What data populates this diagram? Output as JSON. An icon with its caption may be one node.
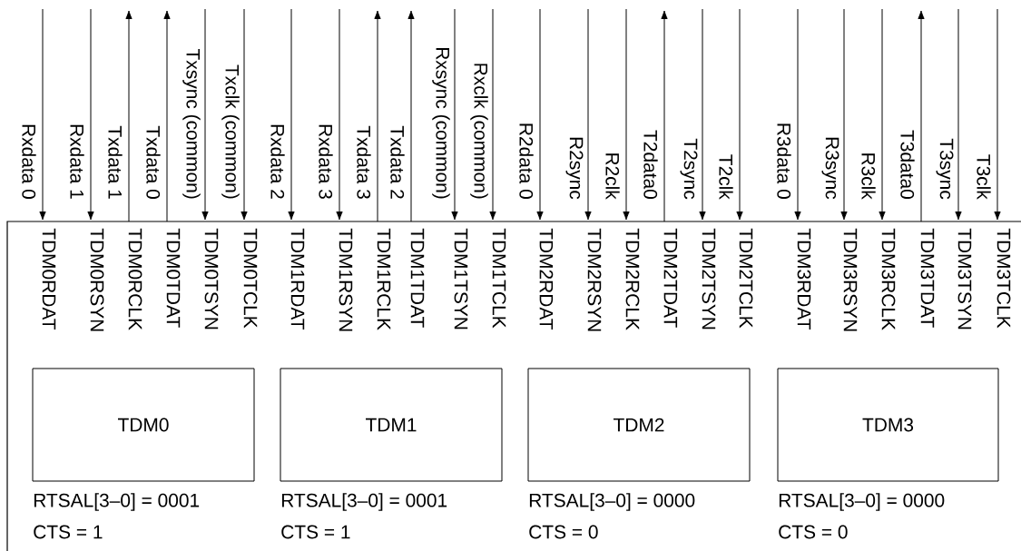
{
  "diagram": {
    "nodes": [
      {
        "text": [
          "TDM0RDAT"
        ]
      },
      {
        "text": [
          "TDM0RSYN"
        ]
      },
      {
        "text": [
          "TDM0RCLK"
        ]
      },
      {
        "text": [
          "TDM0TDAT"
        ]
      },
      {
        "text": [
          "TDM0TSYN"
        ]
      },
      {
        "text": [
          "TDM0TCLK"
        ]
      },
      {
        "text": [
          "TDM1RDAT"
        ]
      },
      {
        "text": [
          "TDM1RSYN"
        ]
      },
      {
        "text": [
          "TDM1RCLK"
        ]
      },
      {
        "text": [
          "TDM1TDAT"
        ]
      },
      {
        "text": [
          "TDM1TSYN"
        ]
      },
      {
        "text": [
          "TDM1TCLK"
        ]
      },
      {
        "text": [
          "TDM2RDAT"
        ]
      },
      {
        "text": [
          "TDM2RSYN"
        ]
      },
      {
        "text": [
          "TDM2RCLK"
        ]
      },
      {
        "text": [
          "TDM2TDAT"
        ]
      },
      {
        "text": [
          "TDM2TSYN"
        ]
      },
      {
        "text": [
          "TDM2TCLK"
        ]
      },
      {
        "text": [
          "TDM3RDAT"
        ]
      },
      {
        "text": [
          "TDM3RSYN"
        ]
      },
      {
        "text": [
          "TDM3RCLK"
        ]
      },
      {
        "text": [
          "TDM3TDAT"
        ]
      },
      {
        "text": [
          "TDM3TSYN"
        ]
      },
      {
        "text": [
          "TDM3TCLK"
        ]
      },
      {
        "text": [
          "TDM0"
        ],
        "beside": [
          "RTSAL[3–0] = 0001",
          "CTS = 1"
        ]
      },
      {
        "text": [
          "TDM1"
        ],
        "beside": [
          "RTSAL[3–0] = 0001",
          "CTS = 1"
        ]
      },
      {
        "text": [
          "TDM2"
        ],
        "beside": [
          "RTSAL[3–0] = 0000",
          "CTS = 0"
        ]
      },
      {
        "text": [
          "TDM3"
        ],
        "beside": [
          "RTSAL[3–0] = 0000",
          "CTS = 0"
        ]
      }
    ],
    "edges": [
      {
        "from": null,
        "to": 0,
        "arrow": "to",
        "label": "Rxdata 0"
      },
      {
        "from": null,
        "to": 1,
        "arrow": "to",
        "label": "Rxdata 1"
      },
      {
        "from": 2,
        "to": null,
        "arrow": "to",
        "label": "Txdata 1"
      },
      {
        "from": 3,
        "to": null,
        "arrow": "to",
        "label": "Txdata 0"
      },
      {
        "from": null,
        "to": 4,
        "arrow": "to",
        "label": "Txsync (common)"
      },
      {
        "from": null,
        "to": 5,
        "arrow": "to",
        "label": "Txclk (common)"
      },
      {
        "from": null,
        "to": 6,
        "arrow": "to",
        "label": "Rxdata 2"
      },
      {
        "from": null,
        "to": 7,
        "arrow": "to",
        "label": "Rxdata 3"
      },
      {
        "from": 8,
        "to": null,
        "arrow": "to",
        "label": "Txdata 3"
      },
      {
        "from": 9,
        "to": null,
        "arrow": "to",
        "label": "Txdata 2"
      },
      {
        "from": null,
        "to": 10,
        "arrow": "to",
        "label": "Rxsync (common)"
      },
      {
        "from": null,
        "to": 11,
        "arrow": "to",
        "label": "Rxclk (common)"
      },
      {
        "from": null,
        "to": 12,
        "arrow": "to",
        "label": "R2data 0"
      },
      {
        "from": null,
        "to": 13,
        "arrow": "to",
        "label": "R2sync"
      },
      {
        "from": null,
        "to": 14,
        "arrow": "to",
        "label": "R2clk"
      },
      {
        "from": 15,
        "to": null,
        "arrow": "to",
        "label": "T2data0"
      },
      {
        "from": null,
        "to": 16,
        "arrow": "to",
        "label": "T2sync"
      },
      {
        "from": null,
        "to": 17,
        "arrow": "to",
        "label": "T2clk"
      },
      {
        "from": null,
        "to": 18,
        "arrow": "to",
        "label": "R3data 0"
      },
      {
        "from": null,
        "to": 19,
        "arrow": "to",
        "label": "R3sync"
      },
      {
        "from": null,
        "to": 20,
        "arrow": "to",
        "label": "R3clk"
      },
      {
        "from": 21,
        "to": null,
        "arrow": "to",
        "label": "T3data0"
      },
      {
        "from": null,
        "to": 22,
        "arrow": "to",
        "label": "T3sync"
      },
      {
        "from": null,
        "to": 23,
        "arrow": "to",
        "label": "T3clk"
      }
    ]
  }
}
